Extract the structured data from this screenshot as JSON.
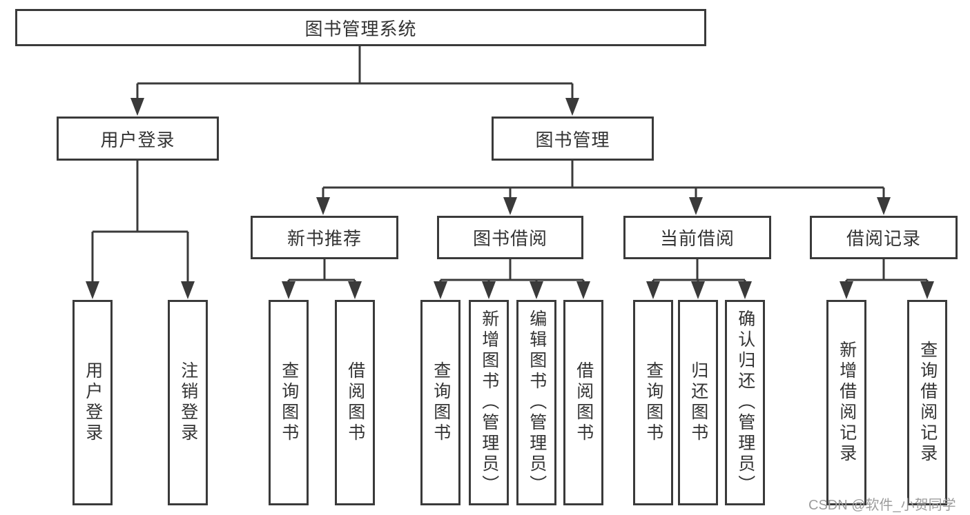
{
  "colors": {
    "line": "#3a3a3a",
    "box_border": "#3a3a3a",
    "text": "#333333",
    "background": "#ffffff",
    "watermark": "#9c9c9c"
  },
  "watermark": {
    "text": "CSDN @软件_小贺同学"
  },
  "tree": {
    "root": {
      "label": "图书管理系统"
    },
    "children": [
      {
        "label": "用户登录",
        "children": [
          {
            "label": "用户登录"
          },
          {
            "label": "注销登录"
          }
        ]
      },
      {
        "label": "图书管理",
        "children": [
          {
            "label": "新书推荐",
            "children": [
              {
                "label": "查询图书"
              },
              {
                "label": "借阅图书"
              }
            ]
          },
          {
            "label": "图书借阅",
            "children": [
              {
                "label": "查询图书"
              },
              {
                "label": "新增图书（管理员）"
              },
              {
                "label": "编辑图书（管理员）"
              },
              {
                "label": "借阅图书"
              }
            ]
          },
          {
            "label": "当前借阅",
            "children": [
              {
                "label": "查询图书"
              },
              {
                "label": "归还图书"
              },
              {
                "label": "确认归还（管理员）"
              }
            ]
          },
          {
            "label": "借阅记录",
            "children": [
              {
                "label": "新增借阅记录"
              },
              {
                "label": "查询借阅记录"
              }
            ]
          }
        ]
      }
    ]
  }
}
